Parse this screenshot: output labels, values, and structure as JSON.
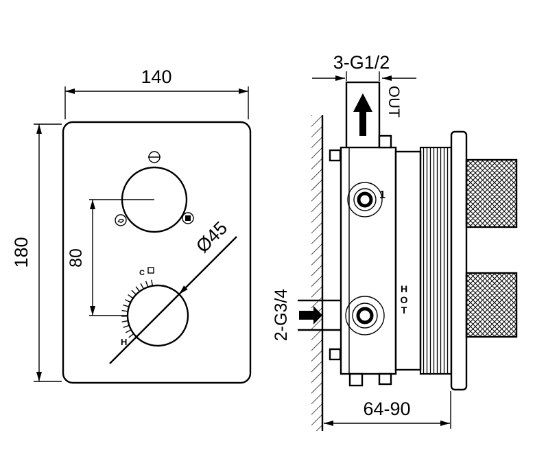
{
  "front_view": {
    "width_dim": "140",
    "height_dim": "180",
    "knob_spacing_dim": "80",
    "knob_diameter_dim": "Ø45",
    "hot_mark": "H",
    "cold_mark": "C"
  },
  "section_view": {
    "top_thread_label": "3-G1/2",
    "outlet_label": "OUT",
    "port_number": "1",
    "inlet_thread_label": "2-G3/4",
    "hot_label": "HOT",
    "depth_range": "64-90"
  },
  "colors": {
    "line": "#000000",
    "background": "#ffffff"
  }
}
